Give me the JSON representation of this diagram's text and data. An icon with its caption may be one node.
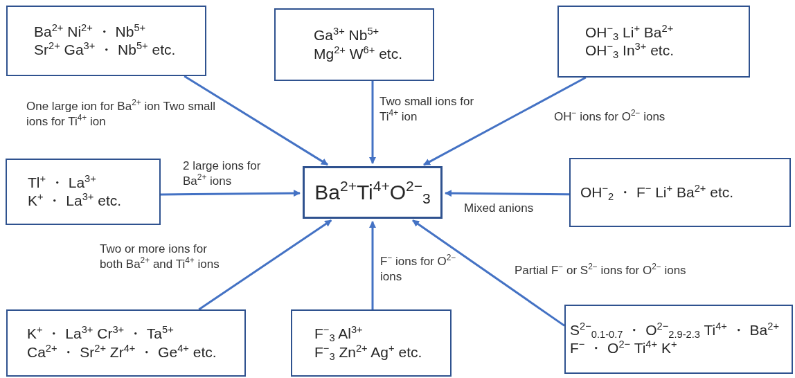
{
  "diagram": {
    "nodes": [
      {
        "text": [
          "Ba$^{2+}$Ti$^{4+}$O$^{2−}$$_{3}$"
        ]
      },
      {
        "text": [
          "Ba$^{2+}$ Ni$^{2+}$ ・ Nb$^{5+}$",
          "Sr$^{2+}$ Ga$^{3+}$ ・ Nb$^{5+}$ etc."
        ]
      },
      {
        "text": [
          "Ga$^{3+}$ Nb$^{5+}$",
          "Mg$^{2+}$ W$^{6+}$ etc."
        ]
      },
      {
        "text": [
          "OH$^{−}$$_{3}$ Li$^{+}$ Ba$^{2+}$",
          "OH$^{−}$$_{3}$ In$^{3+}$ etc."
        ]
      },
      {
        "text": [
          "Tl$^{+}$ ・ La$^{3+}$",
          "K$^{+}$ ・ La$^{3+}$ etc."
        ]
      },
      {
        "text": [
          "OH$^{−}$$_{2}$ ・ F$^{−}$ Li$^{+}$ Ba$^{2+}$ etc."
        ]
      },
      {
        "text": [
          "K$^{+}$ ・ La$^{3+}$ Cr$^{3+}$ ・ Ta$^{5+}$",
          "Ca$^{2+}$ ・ Sr$^{2+}$ Zr$^{4+}$ ・ Ge$^{4+}$ etc."
        ]
      },
      {
        "text": [
          "F$^{−}$$_{3}$ Al$^{3+}$",
          "F$^{−}$$_{3}$ Zn$^{2+}$ Ag$^{+}$ etc."
        ]
      },
      {
        "text": [
          "S$^{2−}$$_{0.1-0.7}$ ・ O$^{2−}$$_{2.9-2.3}$ Ti$^{4+}$ ・ Ba$^{2+}$",
          "F$^{−}$ ・ O$^{2−}$ Ti$^{4+}$ K$^{+}$"
        ]
      }
    ],
    "edges": [
      {
        "from": 1,
        "to": 0,
        "arrow": "to",
        "label": "One large ion for Ba$^{2+}$ ion Two small ions for Ti$^{4+}$ ion"
      },
      {
        "from": 2,
        "to": 0,
        "arrow": "to",
        "label": "Two small ions for Ti$^{4+}$ ion"
      },
      {
        "from": 3,
        "to": 0,
        "arrow": "to",
        "label": "OH$^{−}$ ions for O$^{2−}$ ions"
      },
      {
        "from": 4,
        "to": 0,
        "arrow": "to",
        "label": "2 large ions for Ba$^{2+}$ ions"
      },
      {
        "from": 5,
        "to": 0,
        "arrow": "to",
        "label": "Mixed anions"
      },
      {
        "from": 6,
        "to": 0,
        "arrow": "to",
        "label": "Two or more ions for both Ba$^{2+}$ and Ti$^{4+}$ ions"
      },
      {
        "from": 7,
        "to": 0,
        "arrow": "to",
        "label": "F$^{−}$ ions for O$^{2−}$ ions"
      },
      {
        "from": 8,
        "to": 0,
        "arrow": "to",
        "label": "Partial F$^{−}$ or S$^{2−}$ ions for O$^{2−}$ ions"
      }
    ]
  }
}
